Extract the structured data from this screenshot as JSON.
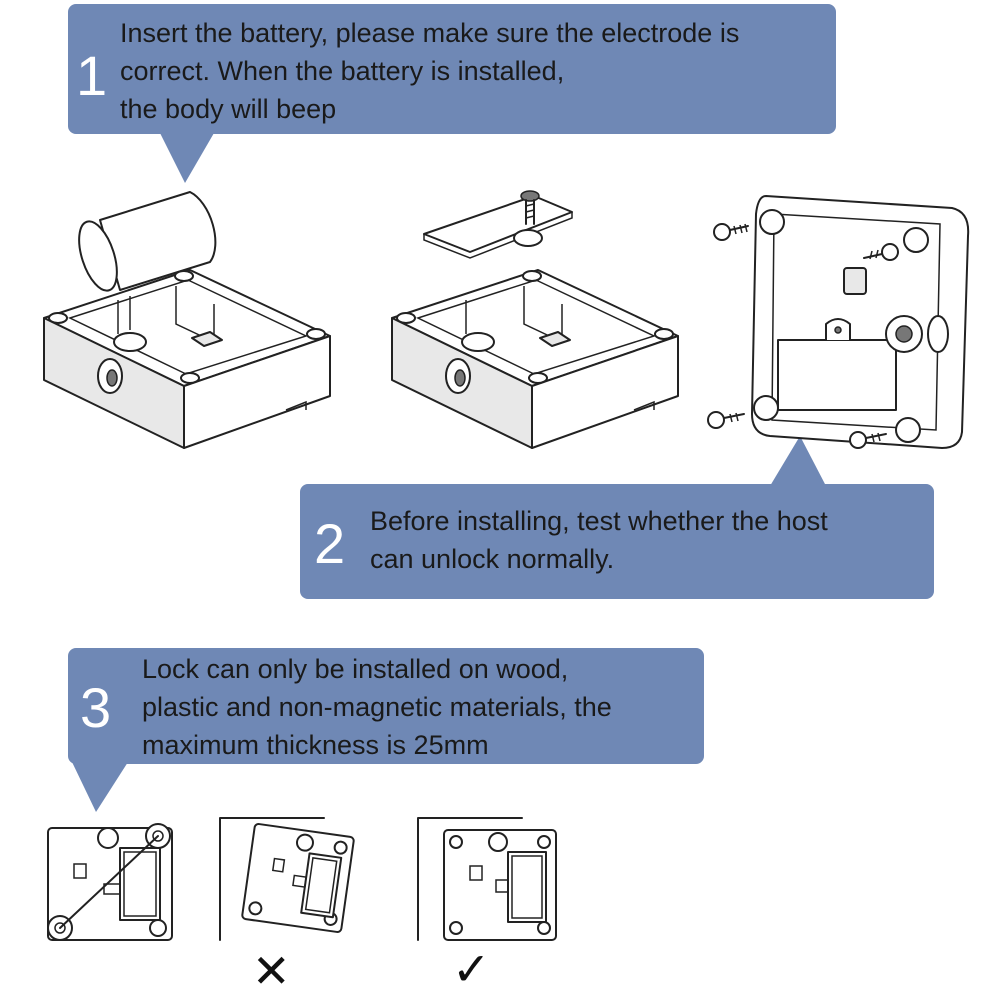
{
  "steps": [
    {
      "number": "1",
      "lines": [
        "Insert the battery, please make sure the electrode is",
        "correct. When the battery is installed,",
        "the body will beep"
      ]
    },
    {
      "number": "2",
      "lines": [
        "Before installing, test whether the host",
        "can unlock normally."
      ]
    },
    {
      "number": "3",
      "lines": [
        "Lock can only be installed on wood,",
        "plastic and non-magnetic materials, the",
        "maximum thickness is 25mm"
      ]
    }
  ],
  "marks": {
    "wrong": "✕",
    "right": "✓"
  },
  "colors": {
    "callout_bg": "#6f88b5",
    "callout_number": "#ffffff",
    "callout_text": "#1a1a1a"
  }
}
